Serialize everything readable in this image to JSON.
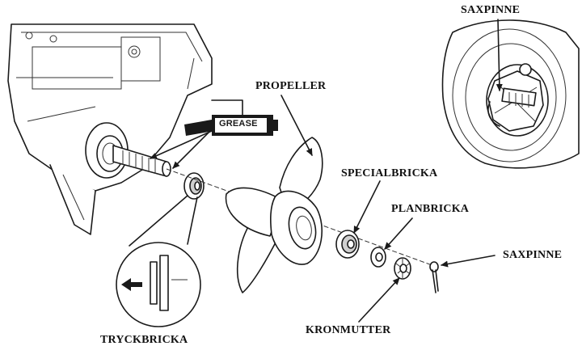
{
  "labels": {
    "saxpinne_top": "SAXPINNE",
    "propeller": "PROPELLER",
    "grease": "GREASE",
    "specialbricka": "SPECIALBRICKA",
    "planbricka": "PLANBRICKA",
    "saxpinne_right": "SAXPINNE",
    "kronmutter": "KRONMUTTER",
    "tryckbricka": "TRYCKBRICKA"
  },
  "colors": {
    "ink": "#1a1a1a",
    "background": "#ffffff",
    "grease_tube": "#1a1a1a"
  },
  "icons": {
    "grease_tube": "grease-tube-icon",
    "detail_arrow": "arrow-left-icon"
  }
}
